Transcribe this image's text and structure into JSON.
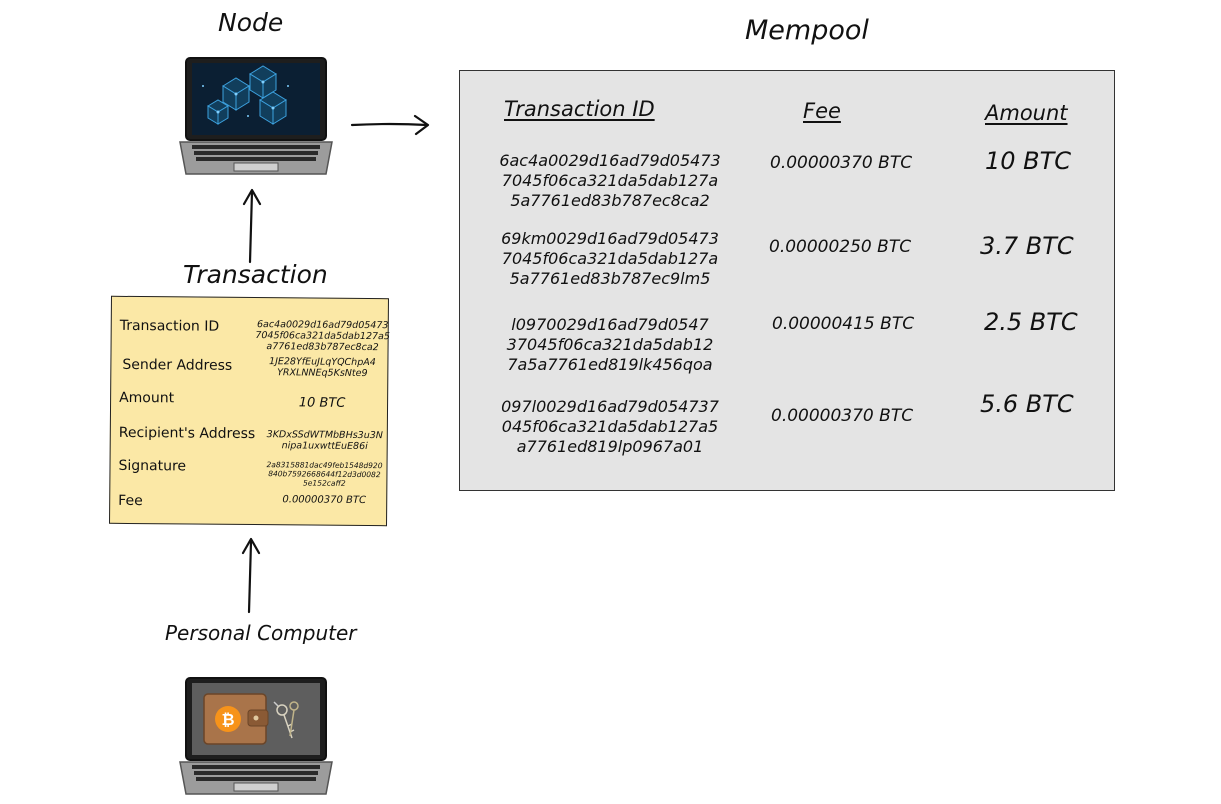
{
  "titles": {
    "node": "Node",
    "mempool": "Mempool",
    "transaction": "Transaction",
    "personal_computer": "Personal Computer"
  },
  "mempool": {
    "headers": {
      "id": "Transaction ID",
      "fee": "Fee",
      "amount": "Amount"
    },
    "rows": [
      {
        "id_lines": [
          "6ac4a0029d16ad79d05473",
          "7045f06ca321da5dab127a",
          "5a7761ed83b787ec8ca2"
        ],
        "fee": "0.00000370 BTC",
        "amount": "10 BTC"
      },
      {
        "id_lines": [
          "69km0029d16ad79d05473",
          "7045f06ca321da5dab127a",
          "5a7761ed83b787ec9lm5"
        ],
        "fee": "0.00000250 BTC",
        "amount": "3.7 BTC"
      },
      {
        "id_lines": [
          "l0970029d16ad79d0547",
          "37045f06ca321da5dab12",
          "7a5a7761ed819lk456qoa"
        ],
        "fee": "0.00000415 BTC",
        "amount": "2.5 BTC"
      },
      {
        "id_lines": [
          "097l0029d16ad79d054737",
          "045f06ca321da5dab127a5",
          "a7761ed819lp0967a01"
        ],
        "fee": "0.00000370 BTC",
        "amount": "5.6 BTC"
      }
    ]
  },
  "transaction_card": {
    "fields": [
      {
        "label": "Transaction ID",
        "value_lines": [
          "6ac4a0029d16ad79d05473",
          "7045f06ca321da5dab127a5",
          "a7761ed83b787ec8ca2"
        ]
      },
      {
        "label": "Sender Address",
        "value_lines": [
          "1JE28YfEuJLqYQChpA4",
          "YRXLNNEq5KsNte9"
        ]
      },
      {
        "label": "Amount",
        "value_lines": [
          "10 BTC"
        ]
      },
      {
        "label": "Recipient's Address",
        "value_lines": [
          "3KDxSSdWTMbBHs3u3N",
          "nipa1uxwttEuE86i"
        ]
      },
      {
        "label": "Signature",
        "value_lines": [
          "2a8315881dac49feb1548d920",
          "840b7592668644f12d3d0082",
          "5e152caff2"
        ]
      },
      {
        "label": "Fee",
        "value_lines": [
          "0.00000370 BTC"
        ]
      }
    ]
  },
  "icons": {
    "node_laptop": "laptop-blockchain-icon",
    "personal_laptop": "laptop-wallet-icon",
    "bitcoin": "bitcoin-icon",
    "keys": "keys-icon"
  },
  "colors": {
    "card_bg": "#fbe8a6",
    "mempool_bg": "#e4e4e4",
    "bitcoin_orange": "#f7931a",
    "wallet_brown": "#a9744a"
  }
}
